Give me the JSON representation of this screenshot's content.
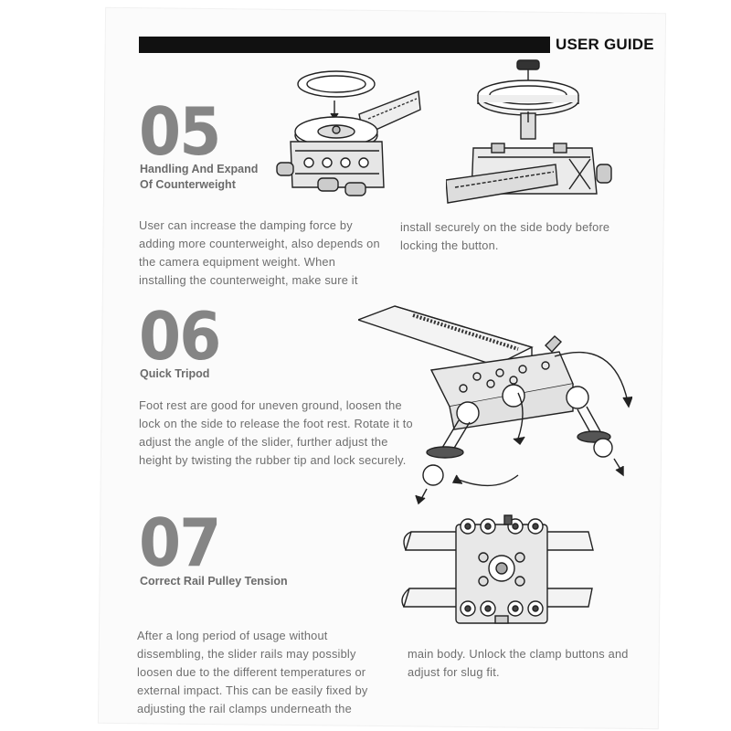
{
  "header": {
    "title": "USER GUIDE"
  },
  "sections": [
    {
      "number": "05",
      "title_lines": [
        "Handling And Expand",
        "Of Counterweight"
      ],
      "left_text": [
        "User can increase the damping force by",
        "adding more counterweight, also depends on",
        "the camera equipment weight. When",
        "installing the counterweight, make sure it"
      ],
      "right_text": [
        "install securely on the side body before",
        "locking the button."
      ]
    },
    {
      "number": "06",
      "title_lines": [
        "Quick Tripod"
      ],
      "left_text": [
        "Foot rest are good for uneven ground, loosen the",
        "lock on the side to release the foot rest. Rotate it to",
        "adjust the angle of the slider, further adjust the",
        "height by twisting the rubber tip and lock securely."
      ],
      "right_text": []
    },
    {
      "number": "07",
      "title_lines": [
        "Correct Rail Pulley Tension"
      ],
      "left_text": [
        "After a long period of usage without",
        "dissembling, the slider rails may possibly",
        "loosen due to the different temperatures or",
        "external impact.  This can be easily fixed by",
        "adjusting the rail clamps underneath the"
      ],
      "right_text": [
        "main body.  Unlock the clamp buttons and",
        "adjust for slug fit."
      ]
    }
  ],
  "icons": [
    "counterweight-install-illustration",
    "counterweight-side-illustration",
    "tripod-foot-illustration",
    "rail-clamp-illustration"
  ]
}
